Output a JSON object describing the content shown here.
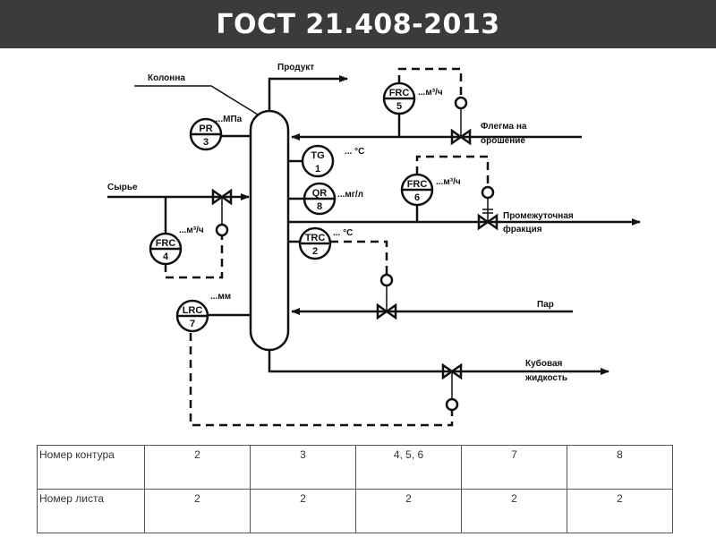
{
  "title": "ГОСТ 21.408-2013",
  "diagram": {
    "column_label": "Колонна",
    "product": "Продукт",
    "feed": "Сырье",
    "reflux": [
      "Флегма на",
      "орошение"
    ],
    "intermediate": [
      "Промежуточная",
      "фракция"
    ],
    "steam": "Пар",
    "bottoms": [
      "Кубовая",
      "жидкость"
    ],
    "instruments": [
      {
        "code": "PR",
        "num": "3",
        "unit": "....МПа"
      },
      {
        "code": "FRC",
        "num": "5",
        "unit": "...м³/ч"
      },
      {
        "code": "TG",
        "num": "1",
        "unit": "... °C"
      },
      {
        "code": "QR",
        "num": "8",
        "unit": "...мг/л"
      },
      {
        "code": "FRC",
        "num": "6",
        "unit": "...м³/ч"
      },
      {
        "code": "FRC",
        "num": "4",
        "unit": "...м³/ч"
      },
      {
        "code": "TRC",
        "num": "2",
        "unit": "... °C"
      },
      {
        "code": "LRC",
        "num": "7",
        "unit": "...мм"
      }
    ]
  },
  "table": {
    "rows": [
      {
        "header": "Номер контура",
        "cells": [
          "2",
          "3",
          "4, 5, 6",
          "7",
          "8"
        ]
      },
      {
        "header": "Номер листа",
        "cells": [
          "2",
          "2",
          "2",
          "2",
          "2"
        ]
      }
    ]
  }
}
